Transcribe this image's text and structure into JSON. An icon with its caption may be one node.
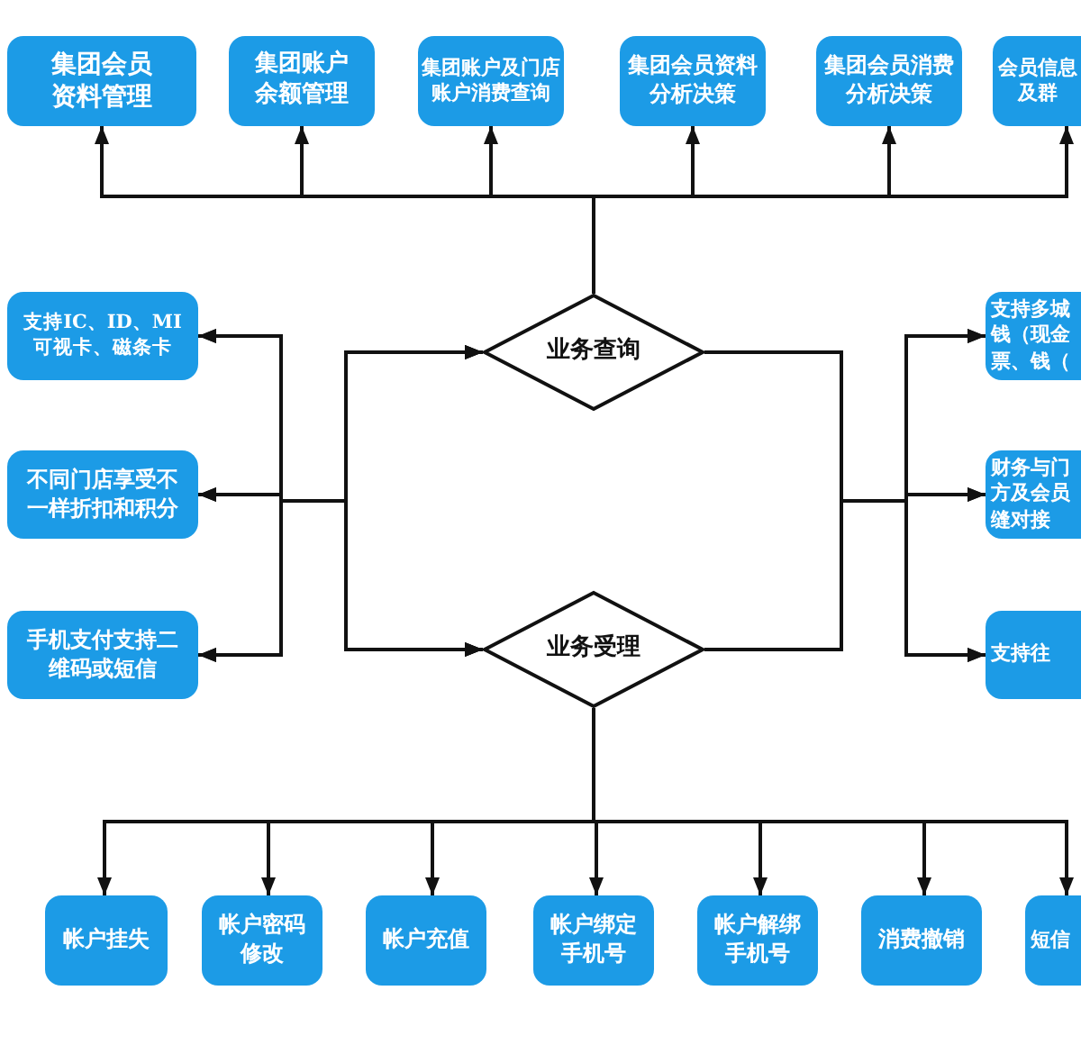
{
  "diagram": {
    "nodes": [
      {
        "text": [
          "集团会员资料管理"
        ]
      },
      {
        "text": [
          "集团账户余额管理"
        ]
      },
      {
        "text": [
          "集团账户及门店账户消费查询"
        ]
      },
      {
        "text": [
          "集团会员资料分析决策"
        ]
      },
      {
        "text": [
          "集团会员消费分析决策"
        ]
      },
      {
        "text": [
          "会员信息及群"
        ]
      },
      {
        "text": [
          "支持IC、ID、MI可视卡、磁条卡"
        ]
      },
      {
        "text": [
          "不同门店享受不一样折扣和积分"
        ]
      },
      {
        "text": [
          "手机支付支持二维码或短信"
        ]
      },
      {
        "text": [
          "业务查询"
        ]
      },
      {
        "text": [
          "业务受理"
        ]
      },
      {
        "text": [
          "支持多城钱（现金票、钱（"
        ]
      },
      {
        "text": [
          "财务与门方及会员缝对接"
        ]
      },
      {
        "text": [
          "支持往"
        ]
      },
      {
        "text": [
          "帐户挂失"
        ]
      },
      {
        "text": [
          "帐户密码修改"
        ]
      },
      {
        "text": [
          "帐户充值"
        ]
      },
      {
        "text": [
          "帐户绑定手机号"
        ]
      },
      {
        "text": [
          "帐户解绑手机号"
        ]
      },
      {
        "text": [
          "消费撤销"
        ]
      },
      {
        "text": [
          "短信"
        ]
      }
    ],
    "edges": [
      {
        "from": 9,
        "to": 0,
        "arrow": "to"
      },
      {
        "from": 9,
        "to": 1,
        "arrow": "to"
      },
      {
        "from": 9,
        "to": 2,
        "arrow": "to"
      },
      {
        "from": 9,
        "to": 3,
        "arrow": "to"
      },
      {
        "from": 9,
        "to": 4,
        "arrow": "to"
      },
      {
        "from": 9,
        "to": 5,
        "arrow": "to"
      },
      {
        "from": 9,
        "to": 6,
        "arrow": "both"
      },
      {
        "from": 9,
        "to": 7,
        "arrow": "both"
      },
      {
        "from": 9,
        "to": 8,
        "arrow": "both"
      },
      {
        "from": 10,
        "to": 6,
        "arrow": "both"
      },
      {
        "from": 10,
        "to": 7,
        "arrow": "both"
      },
      {
        "from": 10,
        "to": 8,
        "arrow": "both"
      },
      {
        "from": 9,
        "to": 11,
        "arrow": "to"
      },
      {
        "from": 9,
        "to": 12,
        "arrow": "to"
      },
      {
        "from": 9,
        "to": 13,
        "arrow": "to"
      },
      {
        "from": 10,
        "to": 11,
        "arrow": "to"
      },
      {
        "from": 10,
        "to": 12,
        "arrow": "to"
      },
      {
        "from": 10,
        "to": 13,
        "arrow": "to"
      },
      {
        "from": 10,
        "to": 14,
        "arrow": "to"
      },
      {
        "from": 10,
        "to": 15,
        "arrow": "to"
      },
      {
        "from": 10,
        "to": 16,
        "arrow": "to"
      },
      {
        "from": 10,
        "to": 17,
        "arrow": "to"
      },
      {
        "from": 10,
        "to": 18,
        "arrow": "to"
      },
      {
        "from": 10,
        "to": 19,
        "arrow": "to"
      },
      {
        "from": 10,
        "to": 20,
        "arrow": "to"
      }
    ]
  }
}
